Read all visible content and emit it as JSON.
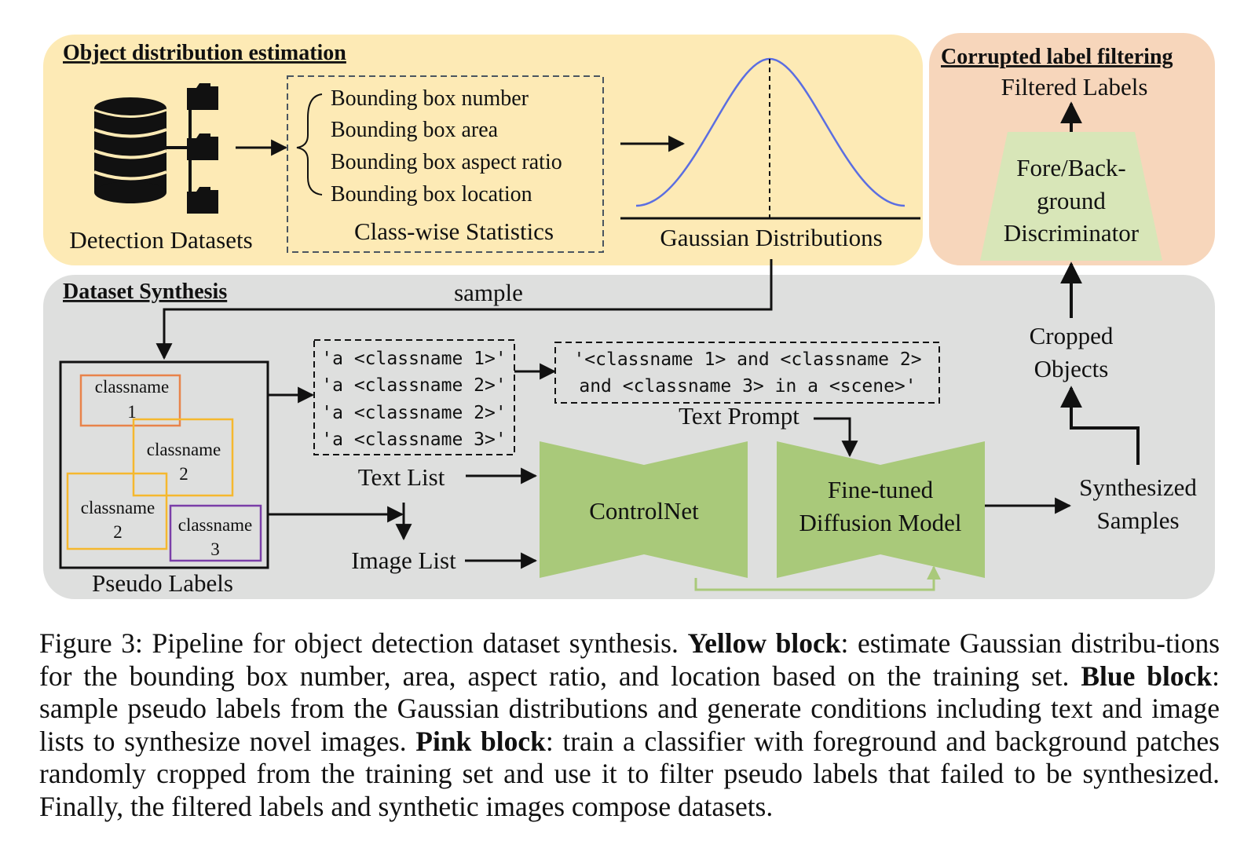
{
  "object_distribution": {
    "heading": "Object distribution estimation",
    "datasets_label": "Detection Datasets",
    "statistics": [
      "Bounding box number",
      "Bounding box area",
      "Bounding box aspect ratio",
      "Bounding box location"
    ],
    "statistics_label": "Class-wise Statistics",
    "gaussian_label": "Gaussian Distributions"
  },
  "corrupted_filtering": {
    "heading": "Corrupted label filtering",
    "filtered_labels": "Filtered Labels",
    "discriminator_lines": [
      "Fore/Back-",
      "ground",
      "Discriminator"
    ]
  },
  "dataset_synthesis": {
    "heading": "Dataset Synthesis",
    "sample_label": "sample",
    "boxes": [
      {
        "lines": [
          "classname",
          "1"
        ]
      },
      {
        "lines": [
          "classname",
          "2"
        ]
      },
      {
        "lines": [
          "classname",
          "2"
        ]
      },
      {
        "lines": [
          "classname",
          "3"
        ]
      }
    ],
    "pseudo_labels": "Pseudo Labels",
    "text_list_items": [
      "'a <classname 1>'",
      "'a <classname 2>'",
      "'a <classname 2>'",
      "'a <classname 3>'"
    ],
    "prompt_lines": [
      "'<classname 1> and <classname 2>",
      "and <classname 3> in a <scene>'"
    ],
    "text_prompt": "Text Prompt",
    "text_list": "Text List",
    "image_list": "Image List",
    "controlnet": "ControlNet",
    "diffusion_lines": [
      "Fine-tuned",
      "Diffusion Model"
    ],
    "synthesized_lines": [
      "Synthesized",
      "Samples"
    ],
    "cropped_lines": [
      "Cropped",
      "Objects"
    ]
  },
  "colors": {
    "yellow_block": "#fdeab5",
    "pink_block": "#f7d6bb",
    "gray_block": "#dedfde",
    "green_shape": "#a9c97a",
    "discriminator_fill": "#d8e6b8",
    "curve": "#5b6ee1",
    "box_orange": "#e8834a",
    "box_yellow": "#f5b82e",
    "box_purple": "#7a3ea8"
  },
  "caption": {
    "lead": "Figure 3: Pipeline for object detection dataset synthesis.",
    "yellow_key": "Yellow block",
    "yellow_text": ": estimate Gaussian distribu-tions for the bounding box number, area, aspect ratio, and location based on the training set.",
    "blue_key": "Blue block",
    "blue_text": ": sample pseudo labels from the Gaussian distributions and generate conditions including text and image lists to synthesize novel images.",
    "pink_key": "Pink block",
    "pink_text": ": train a classifier with foreground and background patches randomly cropped from the training set and use it to filter pseudo labels that failed to be synthesized. Finally, the filtered labels and synthetic images compose datasets."
  }
}
